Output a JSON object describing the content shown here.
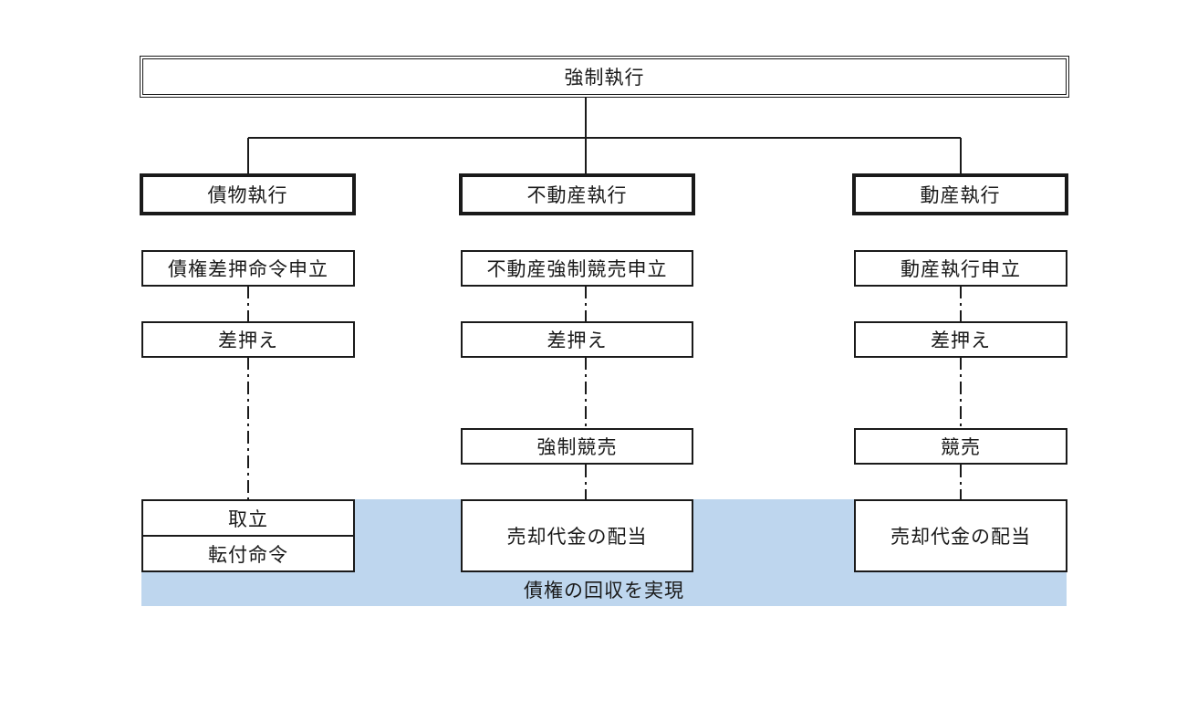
{
  "root": {
    "label": "強制執行"
  },
  "columns": [
    {
      "category": "債物執行",
      "steps": [
        "債権差押命令申立",
        "差押え"
      ],
      "final": [
        "取立",
        "転付命令"
      ]
    },
    {
      "category": "不動産執行",
      "steps": [
        "不動産強制競売申立",
        "差押え",
        "強制競売"
      ],
      "final": [
        "売却代金の配当"
      ]
    },
    {
      "category": "動産執行",
      "steps": [
        "動産執行申立",
        "差押え",
        "競売"
      ],
      "final": [
        "売却代金の配当"
      ]
    }
  ],
  "outcome_band": {
    "label": "債権の回収を実現",
    "color": "#bed6ee"
  }
}
